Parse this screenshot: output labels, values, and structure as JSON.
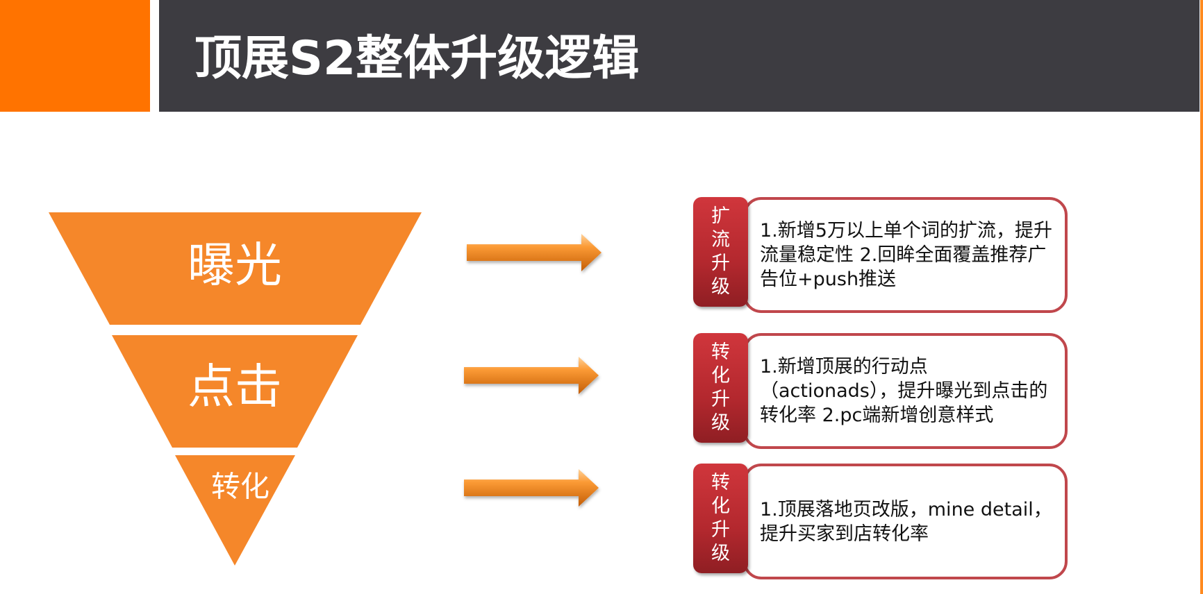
{
  "title": "顶展S2整体升级逻辑",
  "funnel": [
    {
      "label": "曝光"
    },
    {
      "label": "点击"
    },
    {
      "label": "转化"
    }
  ],
  "upgrades": [
    {
      "tag": "扩流升级",
      "text": "1.新增5万以上单个词的扩流，提升流量稳定性 2.回眸全面覆盖推荐广告位+push推送"
    },
    {
      "tag": "转化升级",
      "text": "1.新增顶展的行动点（actionads），提升曝光到点击的转化率 2.pc端新增创意样式"
    },
    {
      "tag": "转化升级",
      "text": "1.顶展落地页改版，mine detail，提升买家到店转化率"
    }
  ],
  "colors": {
    "accent": "#ff7300",
    "header": "#3d3c41",
    "funnel": "#f5872a",
    "arrow": "#f7861c",
    "tag": "#b3282e",
    "box_border": "#c0474c"
  }
}
